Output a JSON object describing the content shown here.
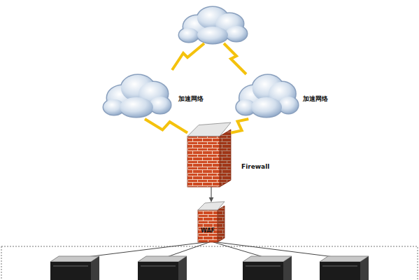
{
  "diagram": {
    "nodes": [
      {
        "text": [
          "加速网络"
        ]
      },
      {
        "text": [
          "加速网络"
        ]
      },
      {
        "text": [
          "Firewall"
        ]
      },
      {
        "text": [
          "WAF"
        ]
      }
    ],
    "edges": [
      {
        "from": 0,
        "to": 2,
        "arrow": "none"
      },
      {
        "from": 1,
        "to": 2,
        "arrow": "none"
      },
      {
        "from": 2,
        "to": 3,
        "arrow": "to"
      }
    ]
  }
}
